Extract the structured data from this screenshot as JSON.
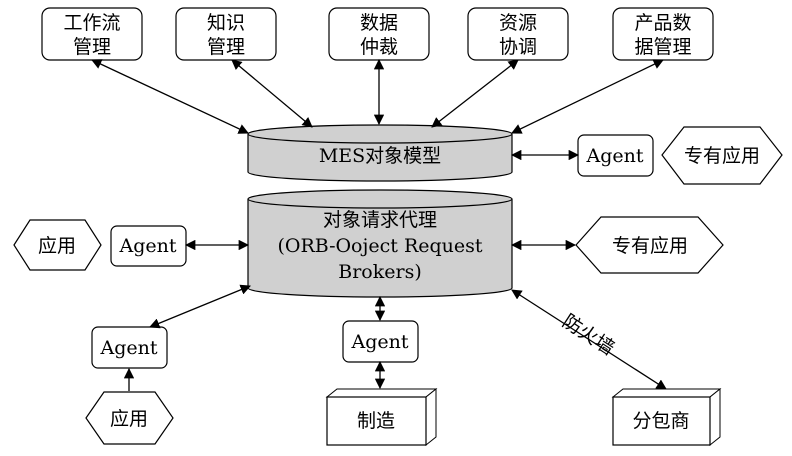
{
  "diagram": {
    "top_modules": [
      {
        "line1": "工作流",
        "line2": "管理"
      },
      {
        "line1": "知识",
        "line2": "管理"
      },
      {
        "line1": "数据",
        "line2": "仲裁"
      },
      {
        "line1": "资源",
        "line2": "协调"
      },
      {
        "line1": "产品数",
        "line2": "据管理"
      }
    ],
    "mes_model": "MES对象模型",
    "orb": {
      "line1": "对象请求代理",
      "line2": "(ORB-Ooject Request",
      "line3": "Brokers)"
    },
    "agent_label": "Agent",
    "dedicated_app_label": "专有应用",
    "app_label": "应用",
    "manufacturing_label": "制造",
    "subcontractor_label": "分包商",
    "firewall_label": "防火墙",
    "colors": {
      "cylinder_fill": "#d0d0d0",
      "stroke": "#000000",
      "box_fill": "#ffffff"
    }
  }
}
